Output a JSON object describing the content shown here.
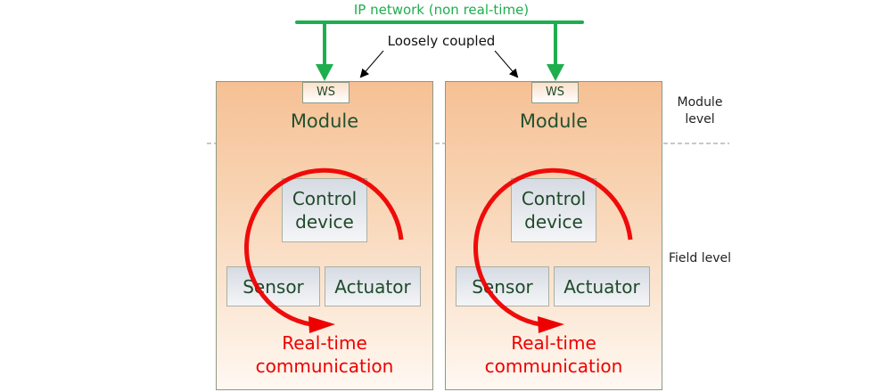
{
  "network": {
    "label": "IP network (non real-time)",
    "color": "#1fae4e"
  },
  "coupling": {
    "label": "Loosely coupled"
  },
  "modules": [
    {
      "ws_label": "WS",
      "title": "Module",
      "control_label": "Control device",
      "sensor_label": "Sensor",
      "actuator_label": "Actuator",
      "realtime_label": "Real-time communication"
    },
    {
      "ws_label": "WS",
      "title": "Module",
      "control_label": "Control device",
      "sensor_label": "Sensor",
      "actuator_label": "Actuator",
      "realtime_label": "Real-time communication"
    }
  ],
  "levels": {
    "module_level": "Module level",
    "field_level": "Field level"
  },
  "colors": {
    "realtime": "#ee0000",
    "module_text": "#23512f"
  }
}
